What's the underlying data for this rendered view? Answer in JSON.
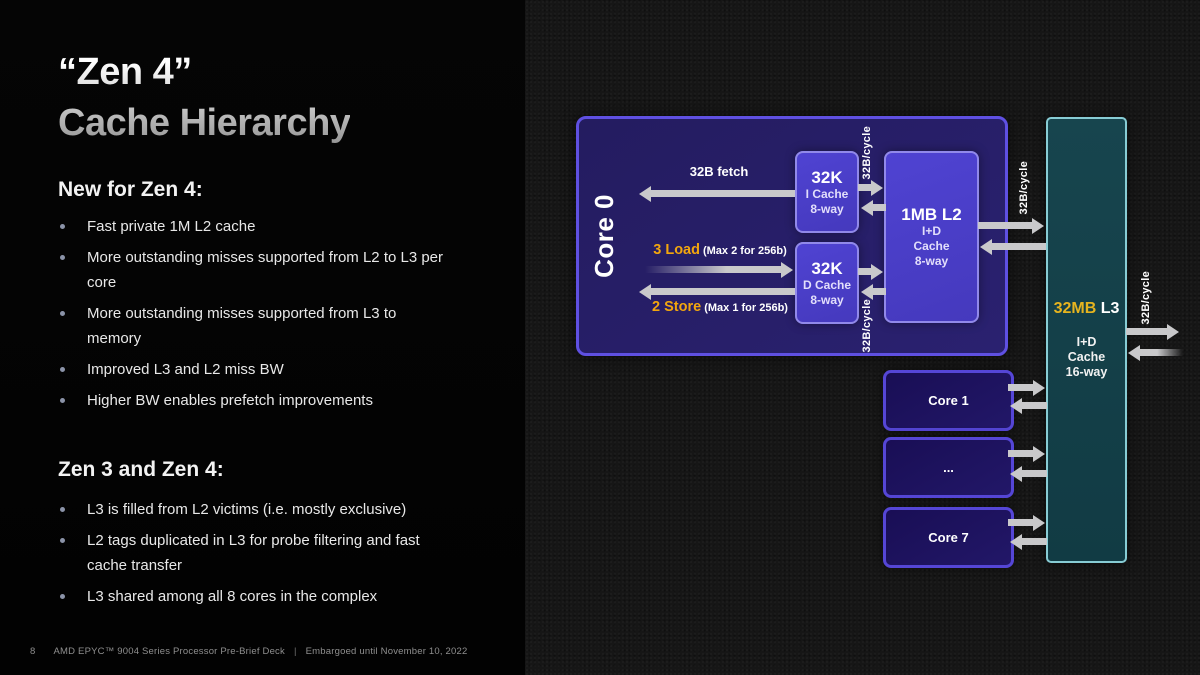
{
  "slide": {
    "title_line1": "“Zen 4”",
    "title_line2": "Cache Hierarchy",
    "sections": [
      {
        "heading": "New for Zen 4:",
        "bullets": [
          "Fast private 1M L2 cache",
          "More outstanding misses supported from L2 to L3 per\ncore",
          "More outstanding misses supported from L3 to\nmemory",
          "Improved L3 and L2 miss BW",
          "Higher BW enables prefetch improvements"
        ]
      },
      {
        "heading": "Zen 3 and Zen 4:",
        "bullets": [
          "L3 is filled from L2 victims (i.e. mostly exclusive)",
          "L2 tags duplicated in L3 for probe filtering and fast\ncache transfer",
          "L3 shared among all 8 cores in the complex"
        ]
      }
    ],
    "footer": {
      "page_number": "8",
      "deck": "AMD EPYC™ 9004 Series Processor Pre-Brief Deck",
      "separator": "|",
      "embargo": "Embargoed until November 10, 2022"
    }
  },
  "diagram": {
    "core0_label": "Core 0",
    "fetch_label": "32B fetch",
    "load_label": "3 Load",
    "load_note": "(Max 2 for 256b)",
    "store_label": "2 Store",
    "store_note": "(Max 1 for 256b)",
    "bandwidth_label": "32B/cycle",
    "icache": {
      "size": "32K",
      "line1": "I Cache",
      "line2": "8-way"
    },
    "dcache": {
      "size": "32K",
      "line1": "D Cache",
      "line2": "8-way"
    },
    "l2": {
      "size": "1MB L2",
      "line1": "I+D",
      "line2": "Cache",
      "line3": "8-way"
    },
    "l3": {
      "size": "32MB",
      "name": "L3",
      "line1": "I+D",
      "line2": "Cache",
      "line3": "16-way"
    },
    "cores": [
      {
        "label": "Core 1"
      },
      {
        "label": "..."
      },
      {
        "label": "Core 7"
      }
    ]
  },
  "colors": {
    "accent_orange": "#f2a60e",
    "gold": "#e6b41f",
    "core0_fill": "#261e66",
    "core0_border": "#5f50e2",
    "cache_fill": "#4b3fca",
    "cache_border": "#9189ea",
    "core_row_fill": "#1d1260",
    "core_row_border": "#5546d6",
    "l3_fill": "#16454f",
    "l3_border": "#87ccd4",
    "arrow": "#c9c9cb",
    "left_bg": "#040404",
    "right_bg": "#161616"
  }
}
